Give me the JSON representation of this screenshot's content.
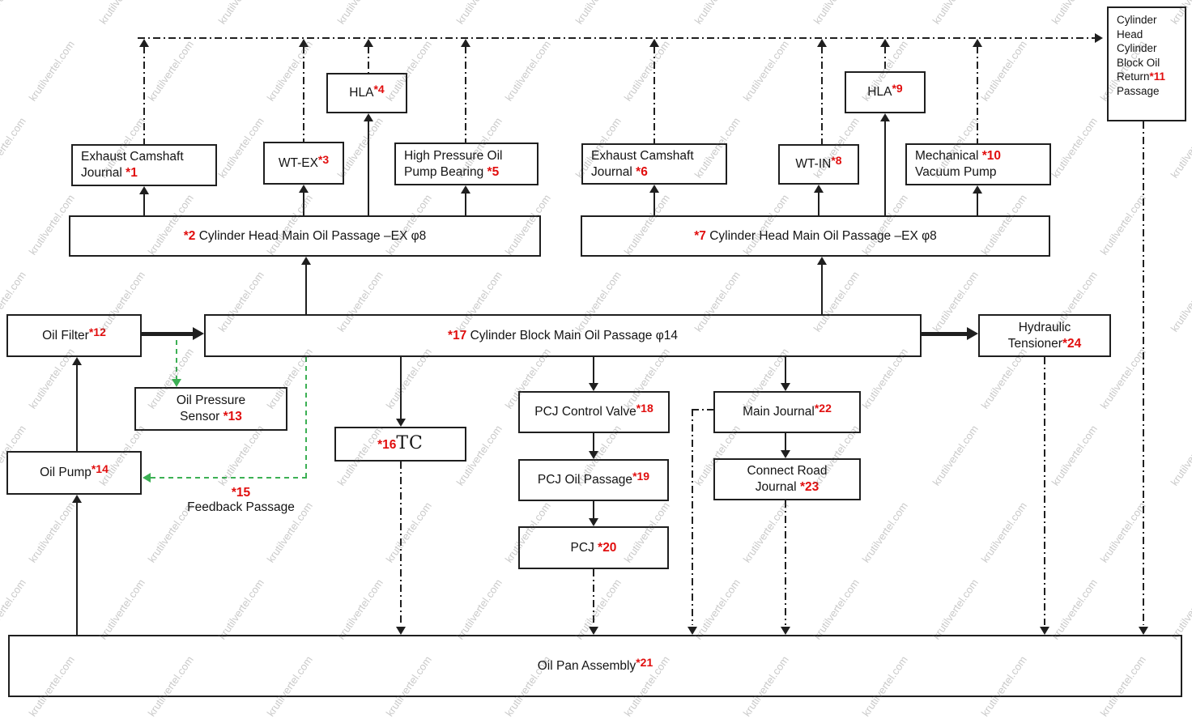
{
  "watermark": {
    "text": "krutilvertel.com"
  },
  "colors": {
    "tag_red": "#e10e0e",
    "line": "#1f1f1f",
    "feedback_green": "#3cb054"
  },
  "boxes": {
    "oil_return_passage": {
      "label": "Cylinder Head Cylinder Block Oil Return",
      "tag": "*11",
      "label2": "Passage"
    },
    "hla_4": {
      "label": "HLA",
      "tag": "*4"
    },
    "hla_9": {
      "label": "HLA",
      "tag": "*9"
    },
    "exhaust_camshaft_journal_1": {
      "label": "Exhaust Camshaft",
      "label2": "Journal",
      "tag": "*1"
    },
    "wt_ex": {
      "label": "WT-EX",
      "tag": "*3"
    },
    "high_pressure_oil_pump_bearing": {
      "label": "High Pressure Oil",
      "label2": "Pump Bearing",
      "tag": "*5"
    },
    "exhaust_camshaft_journal_6": {
      "label": "Exhaust Camshaft",
      "label2": "Journal",
      "tag": "*6"
    },
    "wt_in": {
      "label": "WT-IN",
      "tag": "*8"
    },
    "mechanical_vacuum_pump": {
      "label": "Mechanical",
      "tag": "*10",
      "label2": "Vacuum Pump"
    },
    "head_passage_ex_2": {
      "tag": "*2",
      "label": "Cylinder Head Main Oil Passage –EX φ8"
    },
    "head_passage_ex_7": {
      "tag": "*7",
      "label": "Cylinder Head Main Oil Passage –EX φ8"
    },
    "oil_filter": {
      "label": "Oil Filter",
      "tag": "*12"
    },
    "block_main_passage": {
      "tag": "*17",
      "label": "Cylinder Block Main Oil Passage φ14"
    },
    "hydraulic_tensioner": {
      "label": "Hydraulic",
      "label2": "Tensioner",
      "tag": "*24"
    },
    "oil_pressure_sensor": {
      "label": "Oil Pressure",
      "label2": "Sensor",
      "tag": "*13"
    },
    "tc": {
      "tag": "*16",
      "label": "TC"
    },
    "pcj_control_valve": {
      "label": "PCJ Control Valve",
      "tag": "*18"
    },
    "main_journal": {
      "label": "Main Journal",
      "tag": "*22"
    },
    "oil_pump": {
      "label": "Oil Pump",
      "tag": "*14"
    },
    "pcj_oil_passage": {
      "label": "PCJ Oil Passage",
      "tag": "*19"
    },
    "connect_road_journal": {
      "label": "Connect Road",
      "label2": "Journal",
      "tag": "*23"
    },
    "pcj": {
      "label": "PCJ",
      "tag": "*20"
    },
    "oil_pan_assembly": {
      "label": "Oil Pan Assembly",
      "tag": "*21"
    }
  },
  "labels": {
    "feedback_passage": {
      "tag": "*15",
      "label": "Feedback Passage"
    }
  }
}
